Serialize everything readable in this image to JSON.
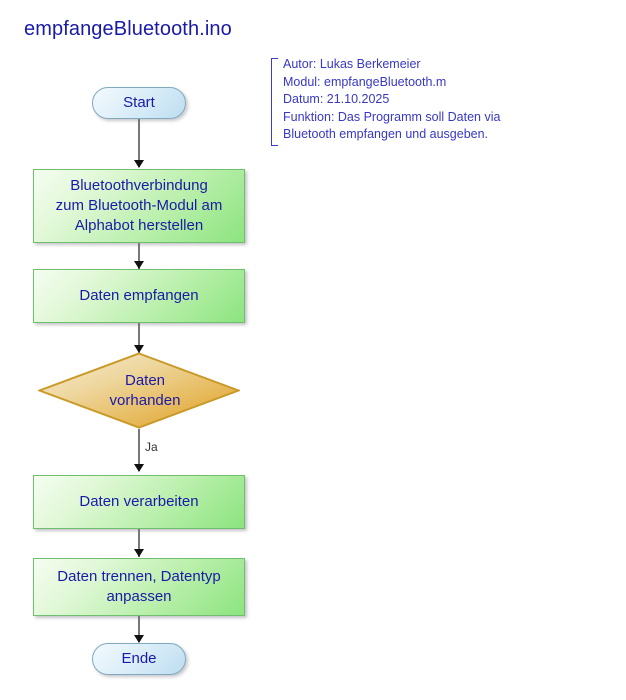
{
  "page": {
    "title": "empfangeBluetooth.ino",
    "background_color": "#ffffff",
    "title_color": "#1a1aa8"
  },
  "annotation": {
    "lines": [
      "Autor: Lukas Berkemeier",
      "Modul: empfangeBluetooth.m",
      "Datum: 21.10.2025",
      "Funktion: Das Programm soll Daten via",
      "Bluetooth empfangen und ausgeben."
    ],
    "text_color": "#3838c4",
    "bracket_color": "#3c3cc8"
  },
  "flowchart": {
    "text_color": "#1a1aa8",
    "connector_color": "#777777",
    "arrowhead_color": "#111111",
    "terminator_fill": "#cfe7f5",
    "terminator_border": "#7fa9bf",
    "process_fill": "#b9efab",
    "process_border": "#6fbf6f",
    "decision_fill": "#e8c06a",
    "decision_border": "#c99a28",
    "nodes": [
      {
        "id": "start",
        "type": "terminator",
        "label": "Start"
      },
      {
        "id": "connect",
        "type": "process",
        "label": "Bluetoothverbindung\nzum Bluetooth-Modul am\nAlphabot herstellen"
      },
      {
        "id": "receive",
        "type": "process",
        "label": "Daten empfangen"
      },
      {
        "id": "has-data",
        "type": "decision",
        "label": "Daten\nvorhanden"
      },
      {
        "id": "process-data",
        "type": "process",
        "label": "Daten verarbeiten"
      },
      {
        "id": "split-data",
        "type": "process",
        "label": "Daten trennen, Datentyp\nanpassen"
      },
      {
        "id": "end",
        "type": "terminator",
        "label": "Ende"
      }
    ],
    "edges": [
      {
        "from": "start",
        "to": "connect",
        "label": ""
      },
      {
        "from": "connect",
        "to": "receive",
        "label": ""
      },
      {
        "from": "receive",
        "to": "has-data",
        "label": ""
      },
      {
        "from": "has-data",
        "to": "process-data",
        "label": "Ja"
      },
      {
        "from": "process-data",
        "to": "split-data",
        "label": ""
      },
      {
        "from": "split-data",
        "to": "end",
        "label": ""
      }
    ]
  }
}
